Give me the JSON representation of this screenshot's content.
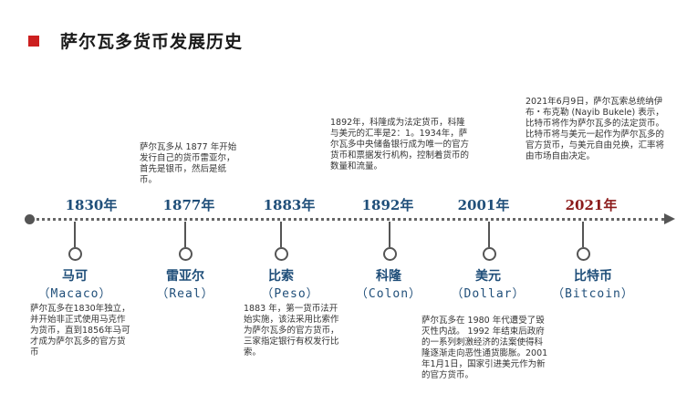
{
  "page": {
    "title": "萨尔瓦多货币发展历史"
  },
  "colors": {
    "accent": "#cc1f1f",
    "year_blue": "#1f4e79",
    "year_red": "#8b1a1a",
    "line": "#555555"
  },
  "events": [
    {
      "year": "1830年",
      "name": "马可",
      "english": "（Macaco）",
      "description": "萨尔瓦多在1830年独立，并开始非正式使用马克作为货币，直到1856年马可才成为萨尔瓦多的官方货币"
    },
    {
      "year": "1877年",
      "name": "雷亚尔",
      "english": "（Real）",
      "description": "萨尔瓦多从 1877 年开始发行自己的货币雷亚尔，首先是银币，然后是纸币。"
    },
    {
      "year": "1883年",
      "name": "比索",
      "english": "（Peso）",
      "description": "1883 年，第一货币法开始实施，该法采用比索作为萨尔瓦多的官方货币，三家指定银行有权发行比索。"
    },
    {
      "year": "1892年",
      "name": "科隆",
      "english": "（Colon）",
      "description": "1892年，科隆成为法定货币，科隆与美元的汇率是2：1。1934年，萨尔瓦多中央储备银行成为唯一的官方货币和票据发行机构，控制着货币的数量和流量。"
    },
    {
      "year": "2001年",
      "name": "美元",
      "english": "（Dollar）",
      "description": "萨尔瓦多在 1980 年代遭受了毁灭性内战。 1992 年结束后政府的一系列刺激经济的法案使得科隆逐渐走向恶性通货膨胀。2001年1月1日，国家引进美元作为新的官方货币。"
    },
    {
      "year": "2021年",
      "name": "比特币",
      "english": "（Bitcoin）",
      "description": "2021年6月9日，萨尔瓦索总统纳伊布・布克勒 (Nayib Bukele) 表示，比特币将作为萨尔瓦多的法定货币。比特币将与美元一起作为萨尔瓦多的官方货币，与美元自由兑换，汇率将由市场自由决定。"
    }
  ]
}
